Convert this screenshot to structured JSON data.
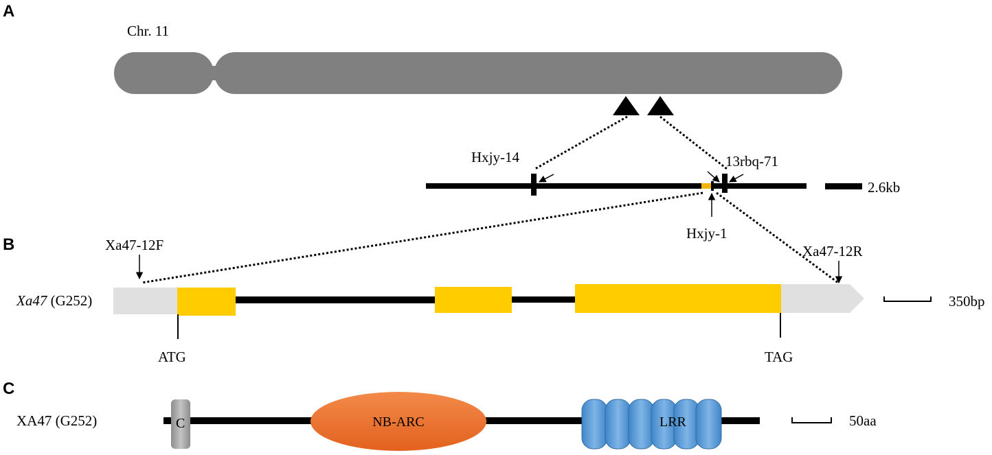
{
  "panels": {
    "a": "A",
    "b": "B",
    "c": "C"
  },
  "panel_a": {
    "chromosome_label": "Chr. 11",
    "markers": {
      "left": "Hxjy-14",
      "right": "13rbq-71",
      "center": "Hxjy-1"
    },
    "scale_label": "2.6kb",
    "colors": {
      "chromosome": "#808080",
      "map_line": "#000000",
      "marker_highlight": "#F4B400"
    }
  },
  "panel_b": {
    "gene_name": "Xa47",
    "gene_variety": " (G252)",
    "primer_forward": "Xa47-12F",
    "primer_reverse": "Xa47-12R",
    "start_codon": "ATG",
    "stop_codon": "TAG",
    "scale_label": "350bp",
    "colors": {
      "exon": "#FFCC00",
      "utr": "#E0E0E0",
      "intron": "#000000"
    }
  },
  "panel_c": {
    "protein_label": "XA47 (G252)",
    "domain_cc": "C",
    "domain_nbarc": "NB-ARC",
    "domain_lrr": "LRR",
    "scale_label": "50aa",
    "colors": {
      "cc": "#A8A8A8",
      "nbarc": "#F07028",
      "lrr": "#4A8FD0"
    }
  }
}
